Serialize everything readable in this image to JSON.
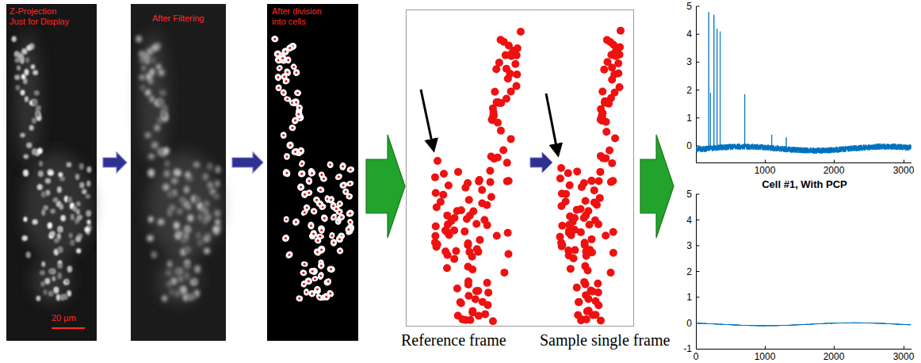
{
  "diagram": {
    "nodes": [
      {
        "text": [
          "Z-Projection Just for Display",
          "20 µm"
        ]
      },
      {
        "text": [
          "After Filtering"
        ]
      },
      {
        "text": [
          "After division into cells"
        ]
      },
      {
        "text": [
          "Reference frame",
          "Sample single frame"
        ]
      },
      {
        "text": [
          "Cell #1, With PCP"
        ]
      }
    ],
    "edges": [
      {
        "from": 0,
        "to": 1,
        "arrow": "to"
      },
      {
        "from": 1,
        "to": 2,
        "arrow": "to"
      },
      {
        "from": 2,
        "to": 3,
        "arrow": "to"
      },
      {
        "from": 3,
        "to": 4,
        "arrow": "to"
      }
    ],
    "labels": [
      "5",
      "4",
      "3",
      "2",
      "1",
      "0",
      "1000",
      "2000",
      "3000",
      "5",
      "4",
      "3",
      "2",
      "1",
      "0",
      "-1",
      "0",
      "1000",
      "2000",
      "3000"
    ]
  }
}
